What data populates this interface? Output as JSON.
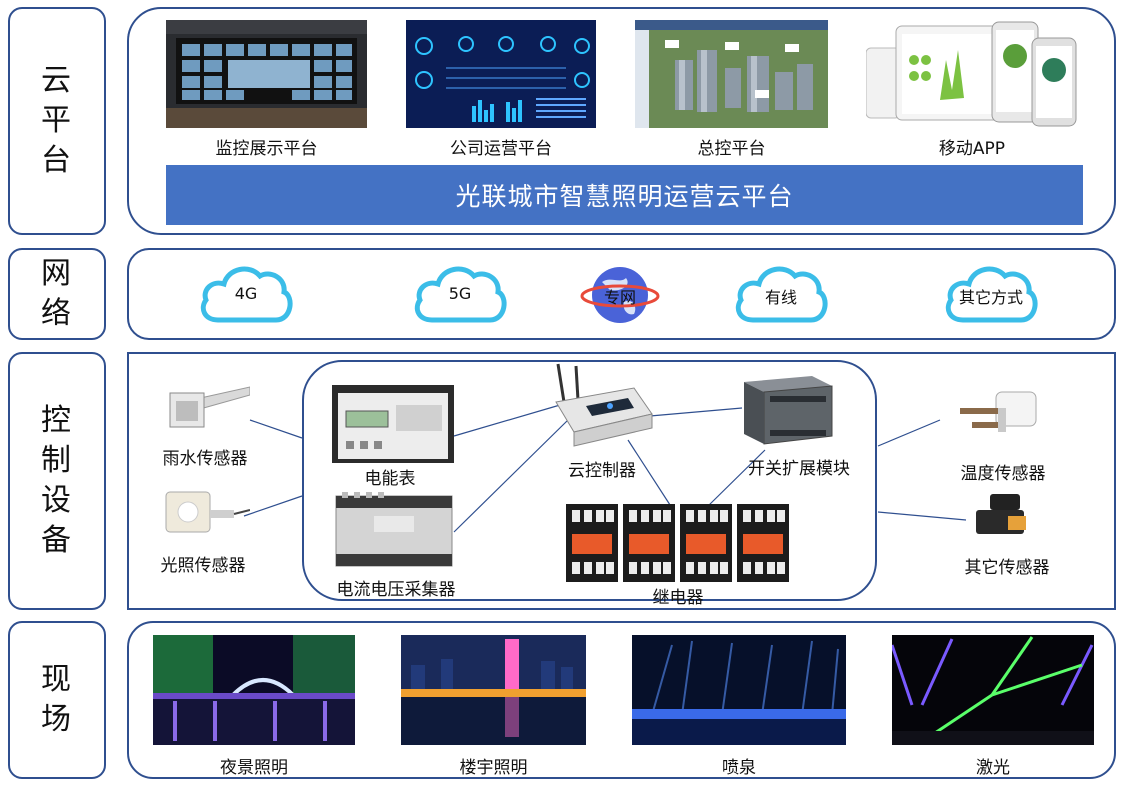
{
  "side": {
    "cloud": "云平台",
    "network": "网络",
    "control": "控制设备",
    "field": "现场"
  },
  "cloud_platform": {
    "items": [
      {
        "label": "监控展示平台"
      },
      {
        "label": "公司运营平台"
      },
      {
        "label": "总控平台"
      },
      {
        "label": "移动APP"
      }
    ],
    "banner": "光联城市智慧照明运营云平台"
  },
  "network": {
    "items": [
      {
        "label": "4G"
      },
      {
        "label": "5G"
      },
      {
        "label": "专网"
      },
      {
        "label": "有线"
      },
      {
        "label": "其它方式"
      }
    ]
  },
  "control": {
    "sensors_left": [
      {
        "label": "雨水传感器"
      },
      {
        "label": "光照传感器"
      }
    ],
    "sensors_right": [
      {
        "label": "温度传感器"
      },
      {
        "label": "其它传感器"
      }
    ],
    "devices": {
      "meter": "电能表",
      "controller": "云控制器",
      "switch_module": "开关扩展模块",
      "collector": "电流电压采集器",
      "relay": "继电器"
    }
  },
  "field": {
    "items": [
      {
        "label": "夜景照明"
      },
      {
        "label": "楼宇照明"
      },
      {
        "label": "喷泉"
      },
      {
        "label": "激光"
      }
    ]
  },
  "colors": {
    "border": "#2f4f8f",
    "banner": "#4472c4",
    "cloud": "#3bbde8"
  }
}
